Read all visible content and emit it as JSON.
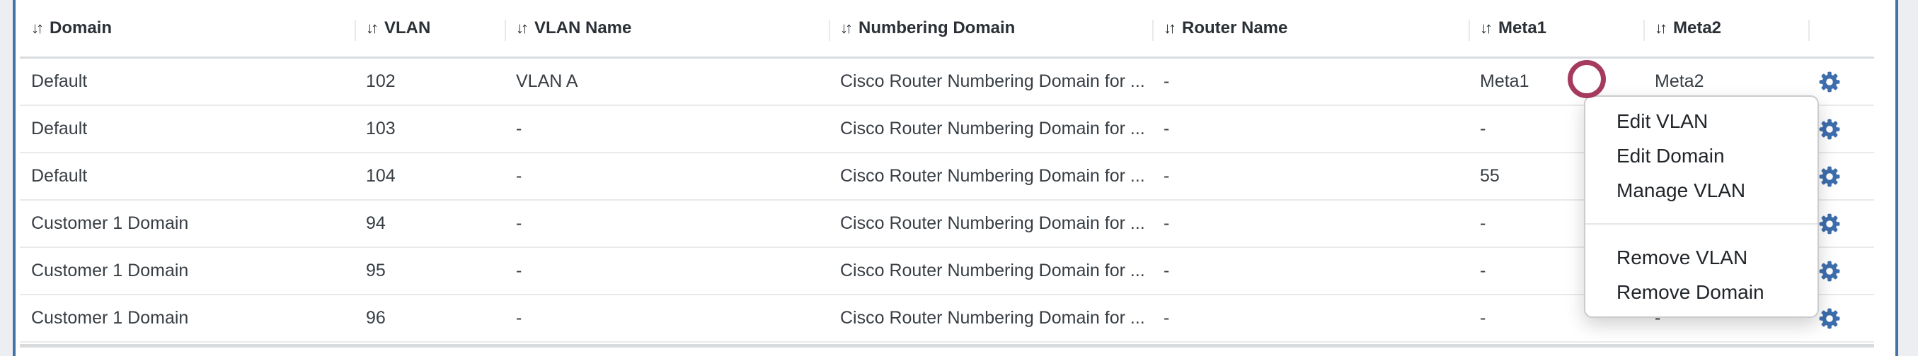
{
  "colors": {
    "panel_border": "#4273a8",
    "gear_icon": "#3d6dac",
    "annotation_circle": "#a63a5e",
    "page_background": "#eceef1"
  },
  "table": {
    "sort_icon_glyph": "↓↑",
    "columns": [
      {
        "label": "Domain"
      },
      {
        "label": "VLAN"
      },
      {
        "label": "VLAN Name"
      },
      {
        "label": "Numbering Domain"
      },
      {
        "label": "Router Name"
      },
      {
        "label": "Meta1"
      },
      {
        "label": "Meta2"
      },
      {
        "label": ""
      }
    ],
    "rows": [
      {
        "domain": "Default",
        "vlan": "102",
        "vlan_name": "VLAN A",
        "numbering_domain": "Cisco Router Numbering Domain for ...",
        "router_name": "-",
        "meta1": "Meta1",
        "meta2": "Meta2"
      },
      {
        "domain": "Default",
        "vlan": "103",
        "vlan_name": "-",
        "numbering_domain": "Cisco Router Numbering Domain for ...",
        "router_name": "-",
        "meta1": "-",
        "meta2": ""
      },
      {
        "domain": "Default",
        "vlan": "104",
        "vlan_name": "-",
        "numbering_domain": "Cisco Router Numbering Domain for ...",
        "router_name": "-",
        "meta1": "55",
        "meta2": ""
      },
      {
        "domain": "Customer 1 Domain",
        "vlan": "94",
        "vlan_name": "-",
        "numbering_domain": "Cisco Router Numbering Domain for ...",
        "router_name": "-",
        "meta1": "-",
        "meta2": ""
      },
      {
        "domain": "Customer 1 Domain",
        "vlan": "95",
        "vlan_name": "-",
        "numbering_domain": "Cisco Router Numbering Domain for ...",
        "router_name": "-",
        "meta1": "-",
        "meta2": ""
      },
      {
        "domain": "Customer 1 Domain",
        "vlan": "96",
        "vlan_name": "-",
        "numbering_domain": "Cisco Router Numbering Domain for ...",
        "router_name": "-",
        "meta1": "-",
        "meta2": "-"
      }
    ]
  },
  "context_menu": {
    "primary_items": [
      {
        "label": "Edit VLAN"
      },
      {
        "label": "Edit Domain"
      },
      {
        "label": "Manage VLAN"
      }
    ],
    "secondary_items": [
      {
        "label": "Remove VLAN"
      },
      {
        "label": "Remove Domain"
      }
    ]
  }
}
